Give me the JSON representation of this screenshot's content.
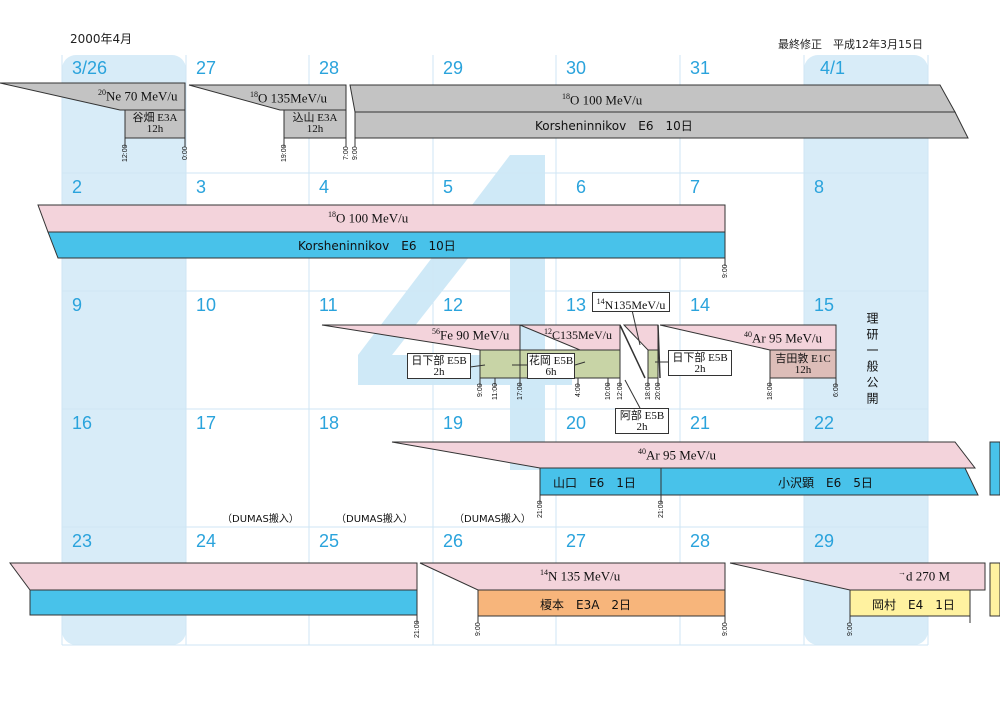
{
  "header": {
    "month": "2000年4月",
    "revised": "最終修正　平成12年3月15日"
  },
  "colors": {
    "grid": "#cfe6f4",
    "weekend": "#d8ecf8",
    "big_four": "#cfe9f7",
    "day_num": "#2aa3dc",
    "gray": "#c3c3c3",
    "pink": "#f3d3db",
    "blue": "#48c2ea",
    "green": "#c8d4a6",
    "rose": "#ddbdb8",
    "orange": "#f7b57b",
    "yellow": "#fff2a0"
  },
  "days": {
    "w1": [
      "3/26",
      "27",
      "28",
      "29",
      "30",
      "31",
      "4/1"
    ],
    "w2": [
      "2",
      "3",
      "4",
      "5",
      "6",
      "7",
      "8"
    ],
    "w3": [
      "9",
      "10",
      "11",
      "12",
      "13",
      "14",
      "15"
    ],
    "w4": [
      "16",
      "17",
      "18",
      "19",
      "20",
      "21",
      "22"
    ],
    "w5": [
      "23",
      "24",
      "25",
      "26",
      "27",
      "28",
      "29"
    ]
  },
  "big_month_numeral": "4",
  "side_note": "理研一般公開",
  "beams": {
    "ne20": {
      "iso": "20",
      "ion": "Ne",
      "energy": " 70 MeV/u"
    },
    "o18a": {
      "iso": "18",
      "ion": "O",
      "energy": "  135MeV/u"
    },
    "o18b": {
      "iso": "18",
      "ion": "O",
      "energy": "   100 MeV/u"
    },
    "o18c": {
      "iso": "18",
      "ion": "O",
      "energy": "   100 MeV/u"
    },
    "fe56": {
      "iso": "56",
      "ion": "Fe",
      "energy": " 90 MeV/u"
    },
    "c12": {
      "iso": "12",
      "ion": "C",
      "energy": "135MeV/u"
    },
    "n14a": {
      "iso": "14",
      "ion": "N",
      "energy": "135MeV/u"
    },
    "ar40a": {
      "iso": "40",
      "ion": "Ar",
      "energy": "  95 MeV/u"
    },
    "ar40b": {
      "iso": "40",
      "ion": "Ar",
      "energy": "    95 MeV/u"
    },
    "n14b": {
      "iso": "14",
      "ion": "N",
      "energy": "   135 MeV/u"
    },
    "d": {
      "iso": "→",
      "ion": "d",
      "energy": "   270 M"
    }
  },
  "users": {
    "tanihata": {
      "name": "谷畑 E3A",
      "dur": "12h"
    },
    "komiyama": {
      "name": "込山 E3A",
      "dur": "12h"
    },
    "korsh1": "Korsheninnikov　E6　10日",
    "korsh2": "Korsheninnikov　E6　10日",
    "kusakabe1": {
      "name": "日下部 E5B",
      "dur": "2h"
    },
    "hanaoka": {
      "name": "花岡 E5B",
      "dur": "6h"
    },
    "abe": {
      "name": "阿部 E5B",
      "dur": "2h"
    },
    "kusakabe2": {
      "name": "日下部 E5B",
      "dur": "2h"
    },
    "yoshida": {
      "name": "吉田敦 E1C",
      "dur": "12h"
    },
    "yamaguchi": "山口　E6　1日",
    "ozawa": "小沢顕　E6　5日",
    "enomoto": "榎本　E3A　2日",
    "okamura": "岡村　E4　1日"
  },
  "times": {
    "t1": "12:00",
    "t2": "0:00",
    "t3": "19:00",
    "t4": "7:00",
    "t5": "9:00",
    "t6": "9:00",
    "t7": "9:00",
    "t8": "11:00",
    "t9": "17:00",
    "t10": "4:00",
    "t11": "10:00",
    "t12": "12:00",
    "t13": "18:00",
    "t14": "20:00",
    "t15": "18:00",
    "t16": "6:00",
    "t17": "21:00",
    "t18": "21:00",
    "t19": "21:00",
    "t20": "9:00",
    "t21": "9:00",
    "t22": "9:00"
  },
  "dumas": [
    "（DUMAS搬入）",
    "（DUMAS搬入）",
    "（DUMAS搬入）"
  ]
}
